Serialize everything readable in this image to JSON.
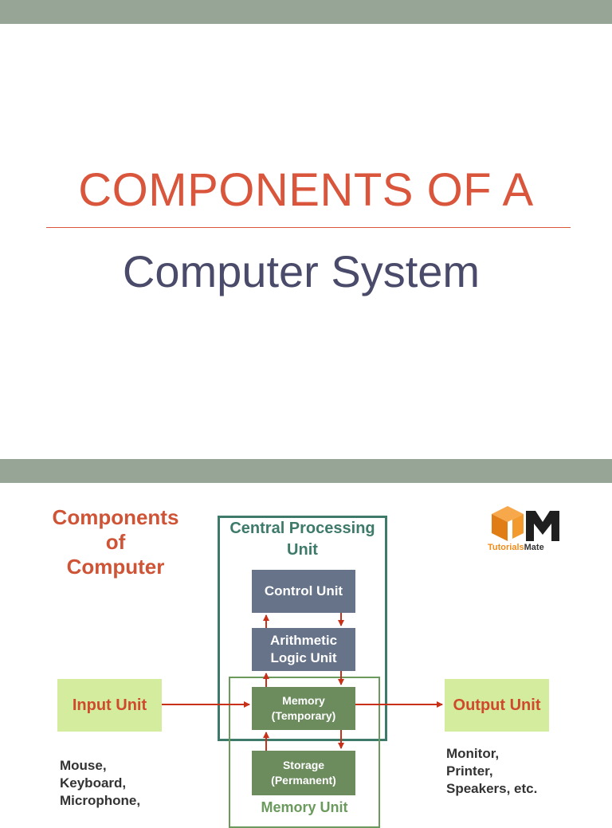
{
  "slide1": {
    "title": "COMPONENTS OF A",
    "subtitle": "Computer System"
  },
  "diagram": {
    "title": "Components\nof\nComputer",
    "logo": {
      "text_orange": "Tutorials",
      "text_dark": "Mate",
      "icon": "cube-m-logo-icon"
    },
    "cpu_label": "Central Processing\nUnit",
    "control_unit": "Control Unit",
    "alu": "Arithmetic\nLogic Unit",
    "memory": "Memory\n(Temporary)",
    "storage": "Storage\n(Permanent)",
    "memory_unit_label": "Memory Unit",
    "input_unit": "Input Unit",
    "output_unit": "Output Unit",
    "input_examples": "Mouse,\nKeyboard,\nMicrophone,",
    "output_examples": "Monitor,\nPrinter,\nSpeakers, etc."
  },
  "colors": {
    "bar": "#97a597",
    "title": "#d9553b",
    "subtitle": "#4a4a6a",
    "cpu_border": "#3e7a6a",
    "slate_box": "#667389",
    "green_box": "#6c8c5e",
    "lime_box": "#d4ec9e",
    "arrow": "#c8301a"
  }
}
